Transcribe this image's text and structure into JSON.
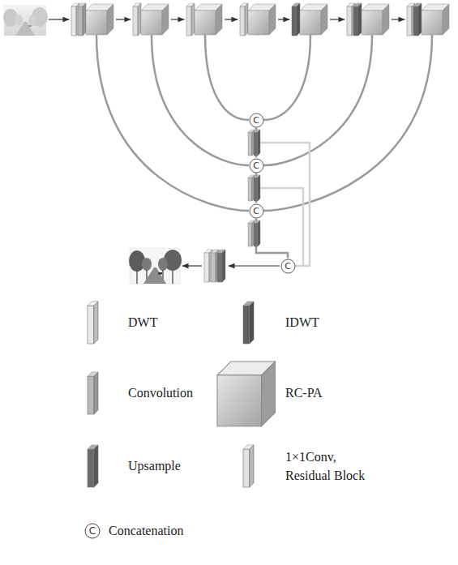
{
  "diagram": {
    "nodes": [
      {
        "text": [
          "C"
        ]
      },
      {
        "text": [
          "C"
        ]
      },
      {
        "text": [
          "C"
        ]
      },
      {
        "text": [
          "C"
        ]
      }
    ],
    "edges": [
      {
        "from": 0,
        "to": 1,
        "arrow": "none"
      },
      {
        "from": 1,
        "to": 2,
        "arrow": "none"
      },
      {
        "from": 2,
        "to": 3,
        "arrow": "none"
      }
    ],
    "labels": [
      "C"
    ],
    "legend": [
      {
        "text": "DWT"
      },
      {
        "text": "IDWT"
      },
      {
        "text": "Convolution"
      },
      {
        "text": "RC-PA"
      },
      {
        "text": "Upsample"
      },
      {
        "text": "1×1Conv, Residual Block"
      },
      {
        "text": "Concatenation"
      }
    ]
  }
}
